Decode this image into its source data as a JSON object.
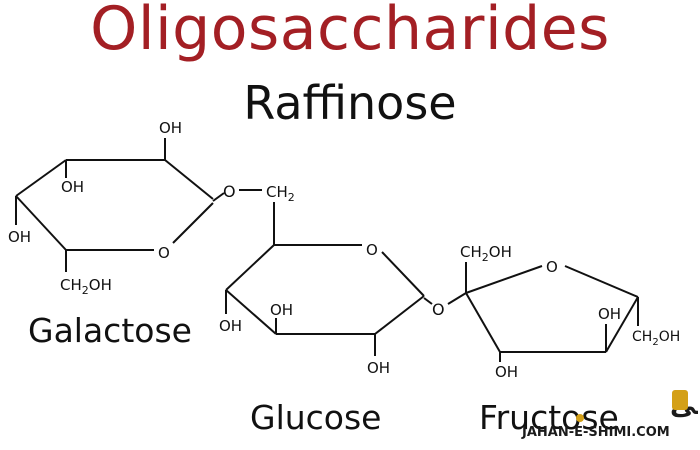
{
  "header": {
    "title": "Oligosaccharides",
    "subtitle": "Raffinose"
  },
  "sugars": {
    "galactose": "Galactose",
    "glucose": "Glucose",
    "fructose": "Fructose"
  },
  "atoms": {
    "galactose": {
      "oh_top": "OH",
      "oh_c3": "OH",
      "oh_c4": "OH",
      "ring_o": "O",
      "ch2oh": "CH",
      "ch2oh_sub": "2",
      "ch2oh_end": "OH"
    },
    "linker": {
      "o": "O",
      "ch2": "CH",
      "ch2_sub": "2"
    },
    "glucose": {
      "ring_o": "O",
      "oh_c4": "OH",
      "oh_c3": "OH",
      "oh_c2": "OH",
      "glycosidic_o": "O"
    },
    "fructose": {
      "ch2oh_top": "CH",
      "ch2oh_top_sub": "2",
      "ch2oh_top_end": "OH",
      "ring_o": "O",
      "oh_c4": "OH",
      "oh_c3": "OH",
      "ch2oh_right": "CH",
      "ch2oh_right_sub": "2",
      "ch2oh_right_end": "OH"
    }
  },
  "watermark": {
    "persian_text": "جهان شیمی",
    "url_text": "JAHAN-E-SHIMI.COM",
    "accent_color": "#d4a017",
    "text_color": "#1b1b1b"
  },
  "colors": {
    "title": "#a31f24",
    "ink": "#111111"
  }
}
